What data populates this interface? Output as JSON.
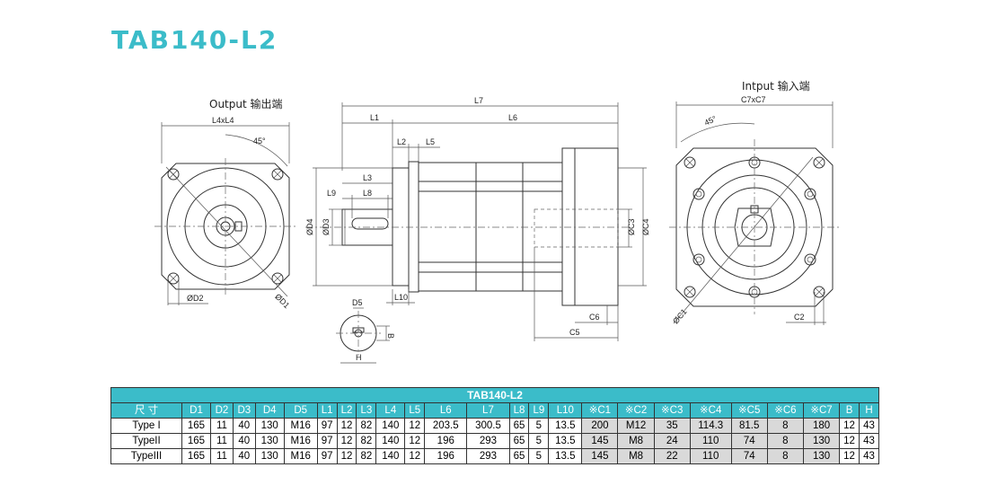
{
  "title": "TAB140-L2",
  "views": {
    "output_label": "Output  输出端",
    "input_label": "Intput  输入端"
  },
  "dims": {
    "l4xl4": "L4xL4",
    "angle": "45°",
    "d2": "ØD2",
    "d1": "ØD1",
    "l7": "L7",
    "l1": "L1",
    "l6": "L6",
    "l2": "L2",
    "l5": "L5",
    "l3": "L3",
    "l9": "L9",
    "l8": "L8",
    "d4": "ØD4",
    "d3": "ØD3",
    "c3": "ØC3",
    "c4": "ØC4",
    "l10": "L10",
    "c6": "C6",
    "c5": "C5",
    "d5": "D5",
    "b": "B",
    "h": "H",
    "c7xc7": "C7xC7",
    "c1": "ØC1",
    "c2": "C2"
  },
  "table": {
    "title": "TAB140-L2",
    "headers": [
      "尺 寸",
      "D1",
      "D2",
      "D3",
      "D4",
      "D5",
      "L1",
      "L2",
      "L3",
      "L4",
      "L5",
      "L6",
      "L7",
      "L8",
      "L9",
      "L10",
      "※C1",
      "※C2",
      "※C3",
      "※C4",
      "※C5",
      "※C6",
      "※C7",
      "B",
      "H"
    ],
    "rows": [
      [
        "Type I",
        "165",
        "11",
        "40",
        "130",
        "M16",
        "97",
        "12",
        "82",
        "140",
        "12",
        "203.5",
        "300.5",
        "65",
        "5",
        "13.5",
        "200",
        "M12",
        "35",
        "114.3",
        "81.5",
        "8",
        "180",
        "12",
        "43"
      ],
      [
        "TypeII",
        "165",
        "11",
        "40",
        "130",
        "M16",
        "97",
        "12",
        "82",
        "140",
        "12",
        "196",
        "293",
        "65",
        "5",
        "13.5",
        "145",
        "M8",
        "24",
        "110",
        "74",
        "8",
        "130",
        "12",
        "43"
      ],
      [
        "TypeIII",
        "165",
        "11",
        "40",
        "130",
        "M16",
        "97",
        "12",
        "82",
        "140",
        "12",
        "196",
        "293",
        "65",
        "5",
        "13.5",
        "145",
        "M8",
        "22",
        "110",
        "74",
        "8",
        "130",
        "12",
        "43"
      ]
    ]
  },
  "colors": {
    "accent": "#3bbcc9",
    "grey_cell": "#d9d9d9"
  }
}
